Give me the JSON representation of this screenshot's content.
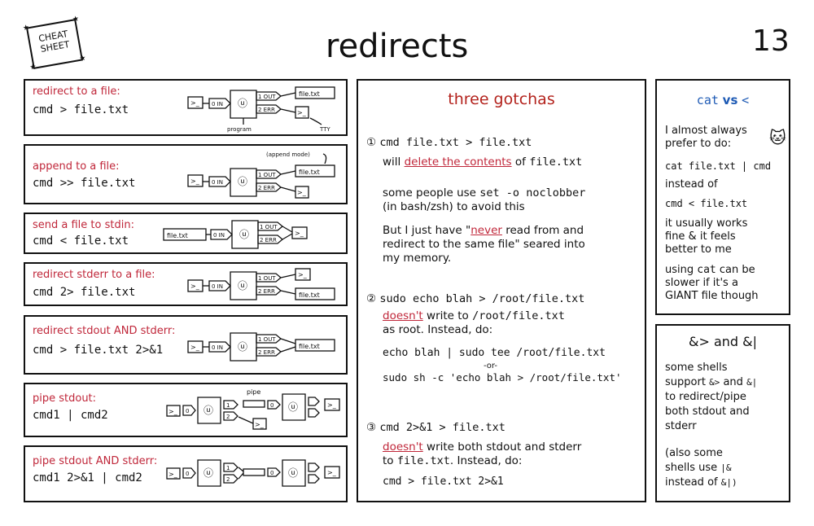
{
  "header": {
    "badge_line1": "CHEAT",
    "badge_line2": "SHEET",
    "title": "redirects",
    "page_number": "13"
  },
  "left_panels": [
    {
      "label": "redirect to a file:",
      "command": "cmd > file.txt"
    },
    {
      "label": "append to a file:",
      "command": "cmd >> file.txt"
    },
    {
      "label": "send a file to stdin:",
      "command": "cmd < file.txt"
    },
    {
      "label": "redirect stderr to a file:",
      "command": "cmd 2> file.txt"
    },
    {
      "label": "redirect stdout AND stderr:",
      "command": "cmd > file.txt 2>&1"
    },
    {
      "label": "pipe stdout:",
      "command": "cmd1 | cmd2"
    },
    {
      "label": "pipe stdout AND stderr:",
      "command": "cmd1 2>&1 | cmd2"
    }
  ],
  "diagram_text": {
    "in": "0 IN",
    "out": "1 OUT",
    "err": "2 ERR",
    "file": "file.txt",
    "program": "program",
    "tty": "TTY",
    "append_mode": "(append mode)",
    "pipe": "pipe",
    "one": "1",
    "two": "2",
    "zero": "0"
  },
  "gotchas": {
    "title": "three gotchas",
    "g1_cmd": "cmd file.txt > file.txt",
    "g1_will": "will",
    "g1_delete": "delete the contents",
    "g1_of": "of",
    "g1_file": "file.txt",
    "g1_some": "some people use",
    "g1_noclobber": "set -o noclobber",
    "g1_bash": "(in bash/zsh) to avoid this",
    "g1_but1a": "But I just have \"",
    "g1_never": "never",
    "g1_but1b": " read from and",
    "g1_but2": "redirect to the same file\" seared into",
    "g1_but3": "my memory.",
    "g2_cmd": "sudo echo blah > /root/file.txt",
    "g2_doesnt": "doesn't",
    "g2_write": "write to",
    "g2_path": "/root/file.txt",
    "g2_asroot": "as root. Instead, do:",
    "g2_fix1": "echo blah | sudo tee /root/file.txt",
    "g2_or": "-or-",
    "g2_fix2": "sudo sh -c 'echo blah > /root/file.txt'",
    "g3_cmd": "cmd 2>&1 > file.txt",
    "g3_doesnt": "doesn't",
    "g3_write": "write both stdout and stderr",
    "g3_to": "to",
    "g3_file": "file.txt",
    "g3_instead": ". Instead, do:",
    "g3_fix": "cmd > file.txt 2>&1"
  },
  "cat_box": {
    "title_cat": "cat",
    "title_vs": "vs",
    "title_lt": "<",
    "l1": "I almost always",
    "l2": "prefer to do:",
    "code1": "cat file.txt | cmd",
    "instead": "instead of",
    "code2": "cmd < file.txt",
    "w1": "it usually works",
    "w2": "fine & it feels",
    "w3": "better to me",
    "u1a": "using",
    "u1b": "cat",
    "u1c": "can be",
    "u2": "slower if it's a",
    "u3": "GIANT file though"
  },
  "shells_box": {
    "title": "&> and &|",
    "s1": "some shells",
    "s2a": "support",
    "s2b": "&>",
    "s2c": "and",
    "s2d": "&|",
    "s3": "to redirect/pipe",
    "s4": "both stdout and",
    "s5": "stderr",
    "a1": "(also some",
    "a2a": "shells use",
    "a2b": "|&",
    "a3a": "instead of",
    "a3b": "&|)"
  },
  "colors": {
    "accent_red": "#c0273a",
    "title_red": "#b3221c",
    "accent_blue": "#1f5bb5",
    "ink": "#111111"
  }
}
